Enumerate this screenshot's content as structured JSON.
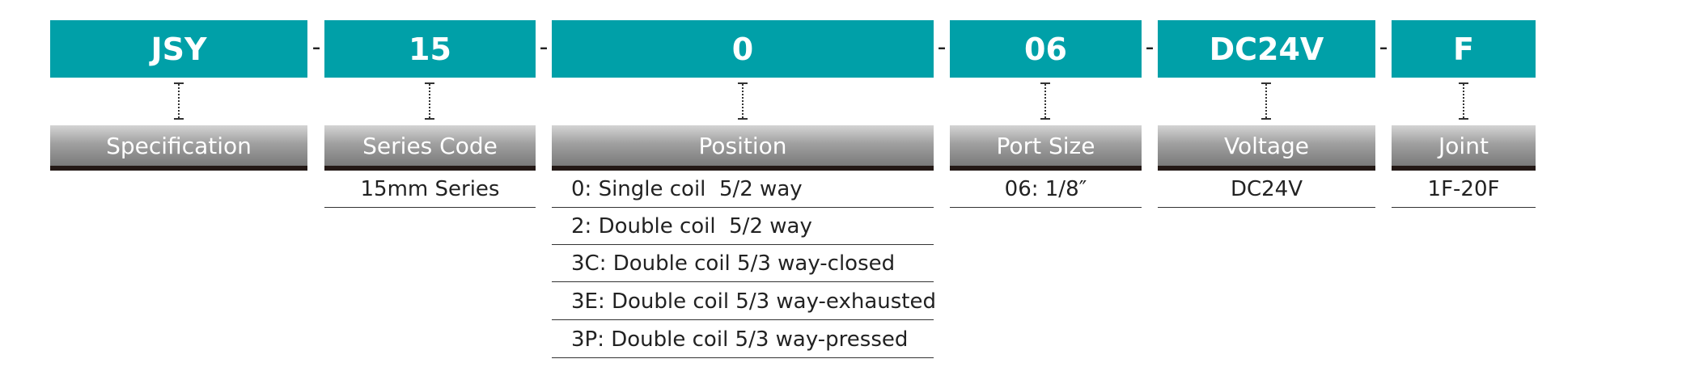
{
  "separator": "-",
  "columns": [
    {
      "id": "specification",
      "code": "JSY",
      "label": "Specification",
      "options": []
    },
    {
      "id": "series",
      "code": "15",
      "label": "Series Code",
      "options": [
        "15mm Series"
      ]
    },
    {
      "id": "position",
      "code": "0",
      "label": "Position",
      "options": [
        "0: Single coil  5/2 way",
        "2: Double coil  5/2 way",
        "3C: Double coil 5/3 way-closed",
        "3E: Double coil 5/3 way-exhausted",
        "3P: Double coil 5/3 way-pressed"
      ]
    },
    {
      "id": "port-size",
      "code": "06",
      "label": "Port Size",
      "options": [
        "06: 1/8″"
      ]
    },
    {
      "id": "voltage",
      "code": "DC24V",
      "label": "Voltage",
      "options": [
        "DC24V"
      ]
    },
    {
      "id": "joint",
      "code": "F",
      "label": "Joint",
      "options": [
        "1F-20F"
      ]
    }
  ],
  "colors": {
    "code_fill": "#00a0a8",
    "label_gradient_top": "#d4d4d4",
    "label_gradient_bottom": "#7a7a7a",
    "rule": "#231815"
  }
}
